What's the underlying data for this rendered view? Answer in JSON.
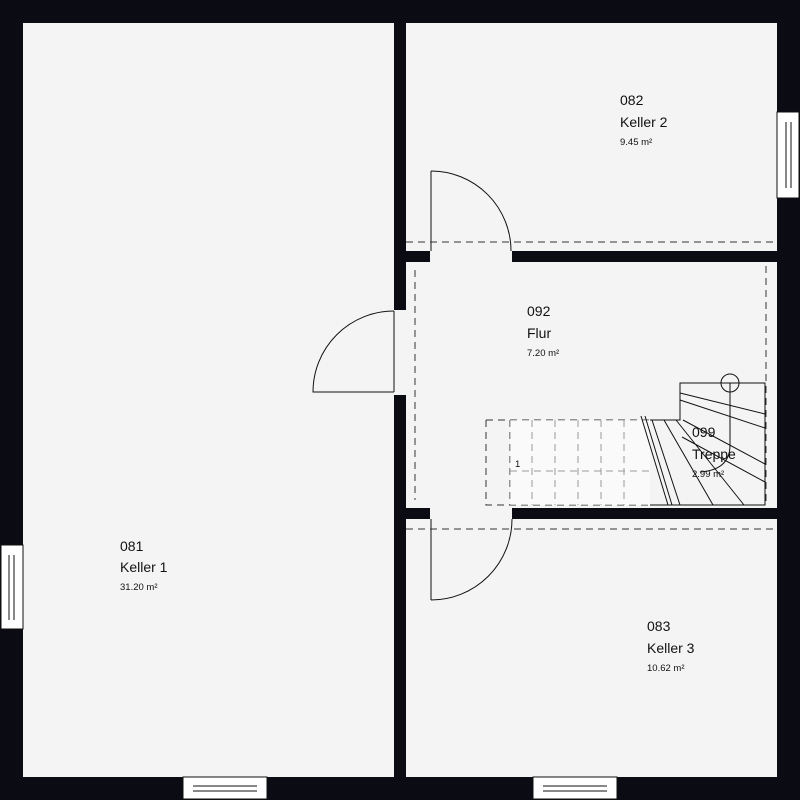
{
  "plan": {
    "rooms": [
      {
        "number": "081",
        "name": "Keller 1",
        "area": "31.20 m²"
      },
      {
        "number": "082",
        "name": "Keller 2",
        "area": "9.45 m²"
      },
      {
        "number": "092",
        "name": "Flur",
        "area": "7.20 m²"
      },
      {
        "number": "099",
        "name": "Treppe",
        "area": "2.99 m²"
      },
      {
        "number": "083",
        "name": "Keller 3",
        "area": "10.62 m²"
      }
    ],
    "stair_marker": "1"
  }
}
